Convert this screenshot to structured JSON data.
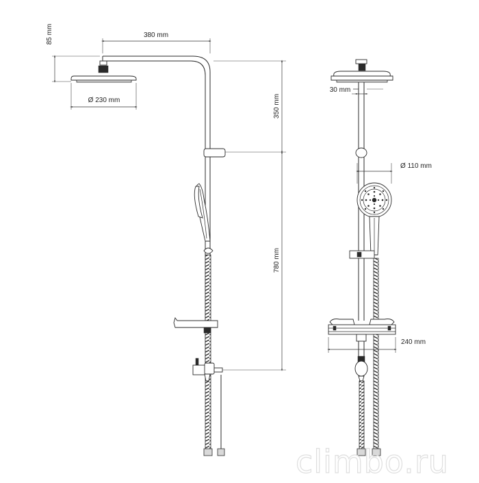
{
  "dimensions": {
    "arm_length": "380 mm",
    "head_height": "85 mm",
    "head_diameter": "Ø 230 mm",
    "pipe_upper": "350 mm",
    "pipe_lower": "780 mm",
    "pipe_diameter": "30 mm",
    "hand_shower_diameter": "Ø 110 mm",
    "shelf_width": "240 mm"
  },
  "watermark": "climbo.ru"
}
